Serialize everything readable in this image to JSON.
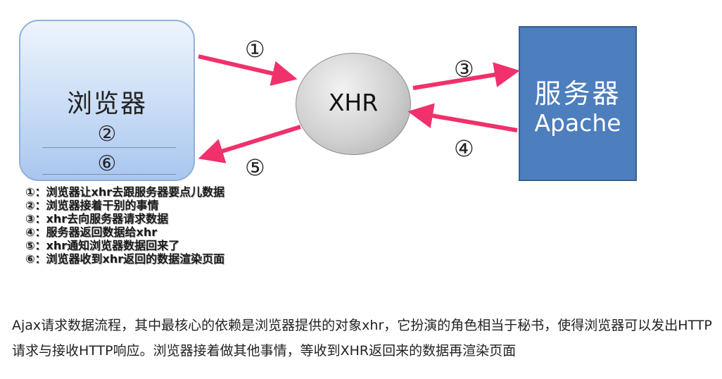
{
  "diagram": {
    "browser": {
      "label": "浏览器",
      "step_a": "②",
      "step_b": "⑥"
    },
    "xhr": {
      "label": "XHR"
    },
    "server": {
      "label": "服务器",
      "sublabel": "Apache"
    },
    "steps": {
      "s1": "①",
      "s3": "③",
      "s4": "④",
      "s5": "⑤"
    },
    "colors": {
      "arrow": "#f0316b",
      "server_fill": "#4d7ebd",
      "browser_fill": "#c9dcf6"
    }
  },
  "legend": [
    "①：浏览器让xhr去跟服务器要点儿数据",
    "②：浏览器接着干别的事情",
    "③：xhr去向服务器请求数据",
    "④：服务器返回数据给xhr",
    "⑤：xhr通知浏览器数据回来了",
    "⑥：浏览器收到xhr返回的数据渲染页面"
  ],
  "caption": "Ajax请求数据流程，其中最核心的依赖是浏览器提供的对象xhr，它扮演的角色相当于秘书，使得浏览器可以发出HTTP请求与接收HTTP响应。浏览器接着做其他事情，等收到XHR返回来的数据再渲染页面"
}
